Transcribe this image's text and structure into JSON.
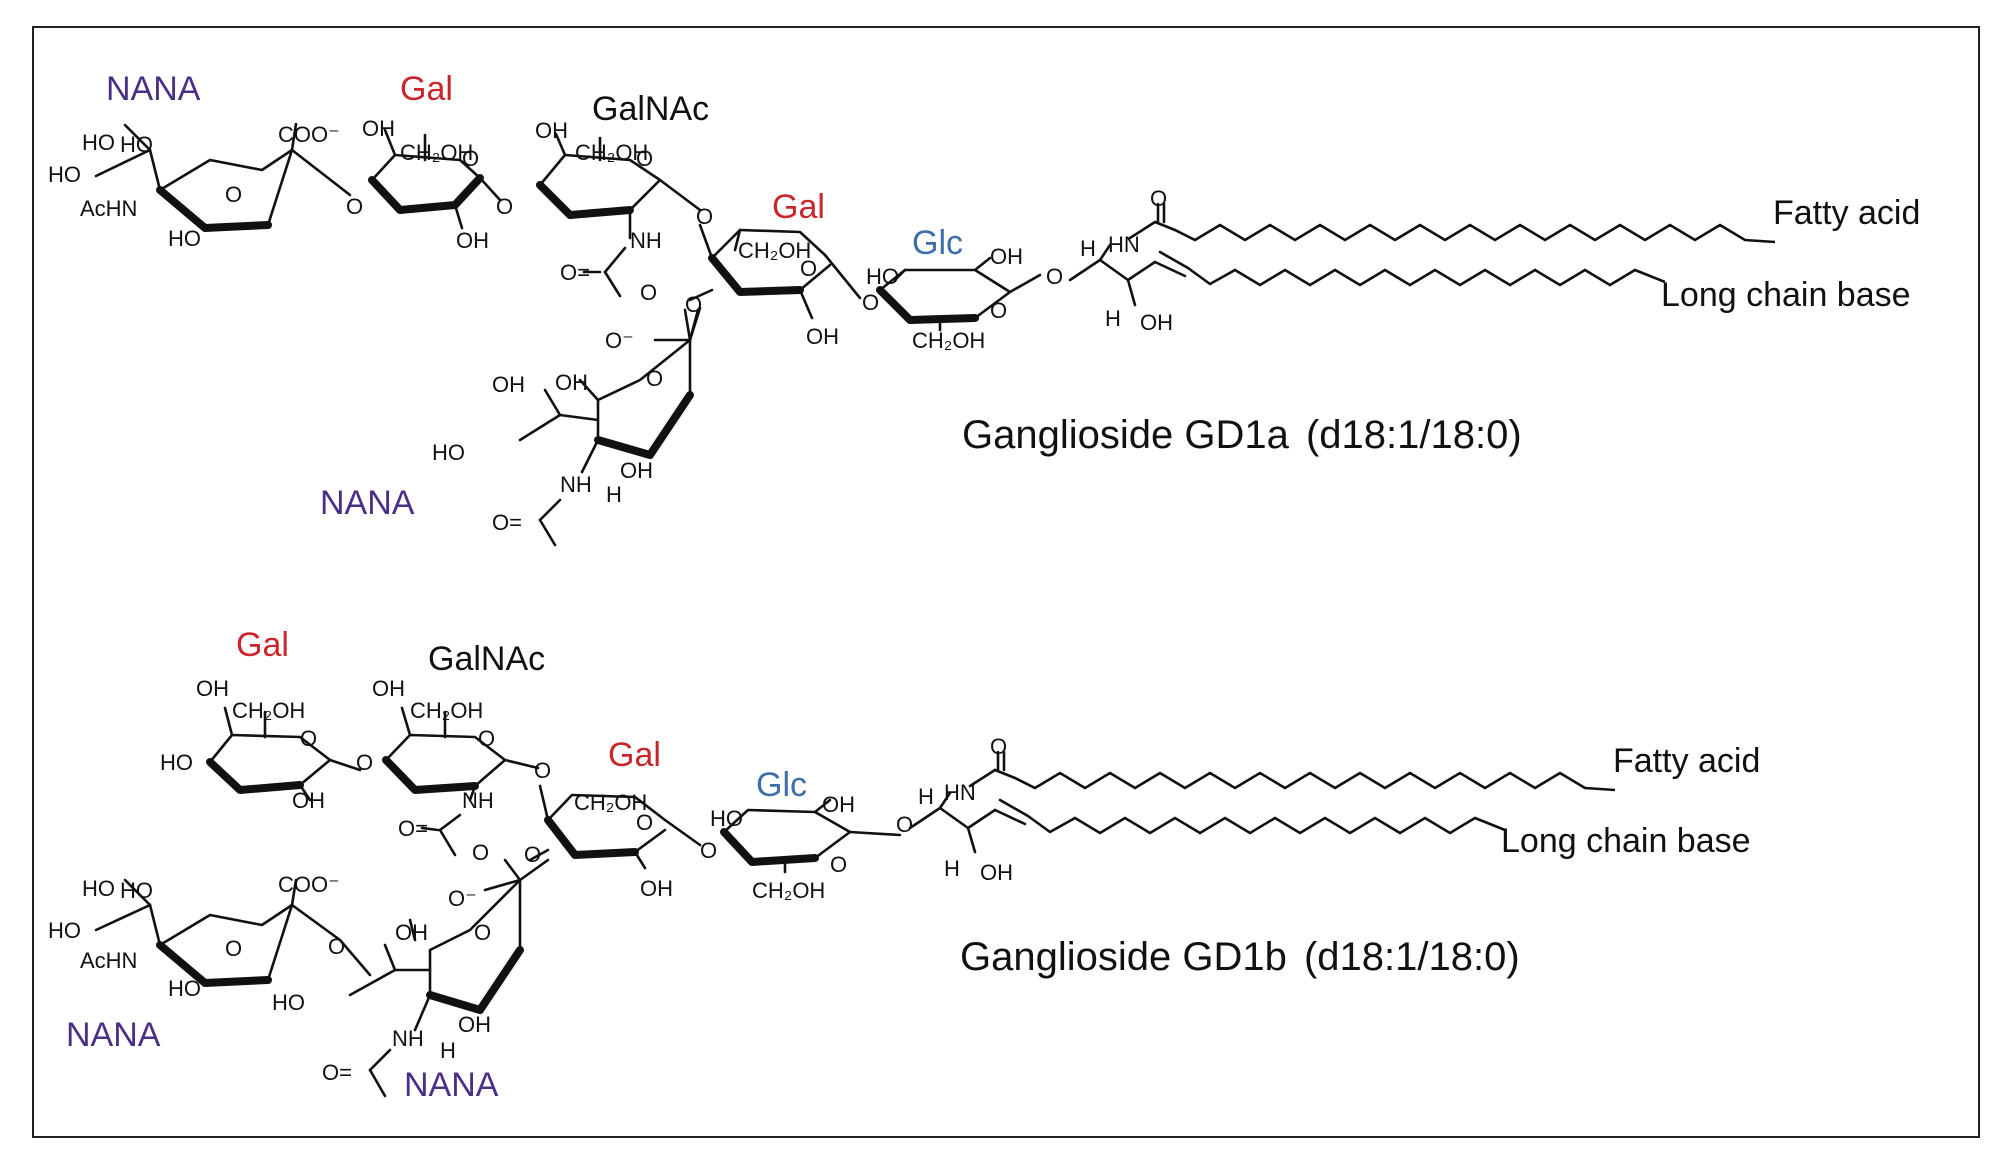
{
  "molecules": [
    {
      "title": "Ganglioside GD1a",
      "spec": "(d18:1/18:0)",
      "sugars": [
        {
          "label": "NANA",
          "color": "#4b2f86"
        },
        {
          "label": "Gal",
          "color": "#c8262b"
        },
        {
          "label": "GalNAc",
          "color": "#111111"
        },
        {
          "label": "Gal",
          "color": "#c8262b"
        },
        {
          "label": "Glc",
          "color": "#3d6ea8"
        },
        {
          "label": "NANA",
          "color": "#4b2f86"
        }
      ],
      "fatty_acid": "Fatty acid",
      "long_chain_base": "Long chain base"
    },
    {
      "title": "Ganglioside GD1b",
      "spec": "(d18:1/18:0)",
      "sugars": [
        {
          "label": "Gal",
          "color": "#c8262b"
        },
        {
          "label": "GalNAc",
          "color": "#111111"
        },
        {
          "label": "Gal",
          "color": "#c8262b"
        },
        {
          "label": "Glc",
          "color": "#3d6ea8"
        },
        {
          "label": "NANA",
          "color": "#4b2f86"
        },
        {
          "label": "NANA",
          "color": "#4b2f86"
        }
      ],
      "fatty_acid": "Fatty acid",
      "long_chain_base": "Long chain base"
    }
  ],
  "atoms": {
    "ho": "HO",
    "oh": "OH",
    "ch2oh": "CH₂OH",
    "coo": "COO⁻",
    "achn": "AcHN",
    "nh": "NH",
    "hn": "HN",
    "o": "O",
    "o_eq": "O=",
    "o_minus": "O⁻",
    "h": "H"
  }
}
